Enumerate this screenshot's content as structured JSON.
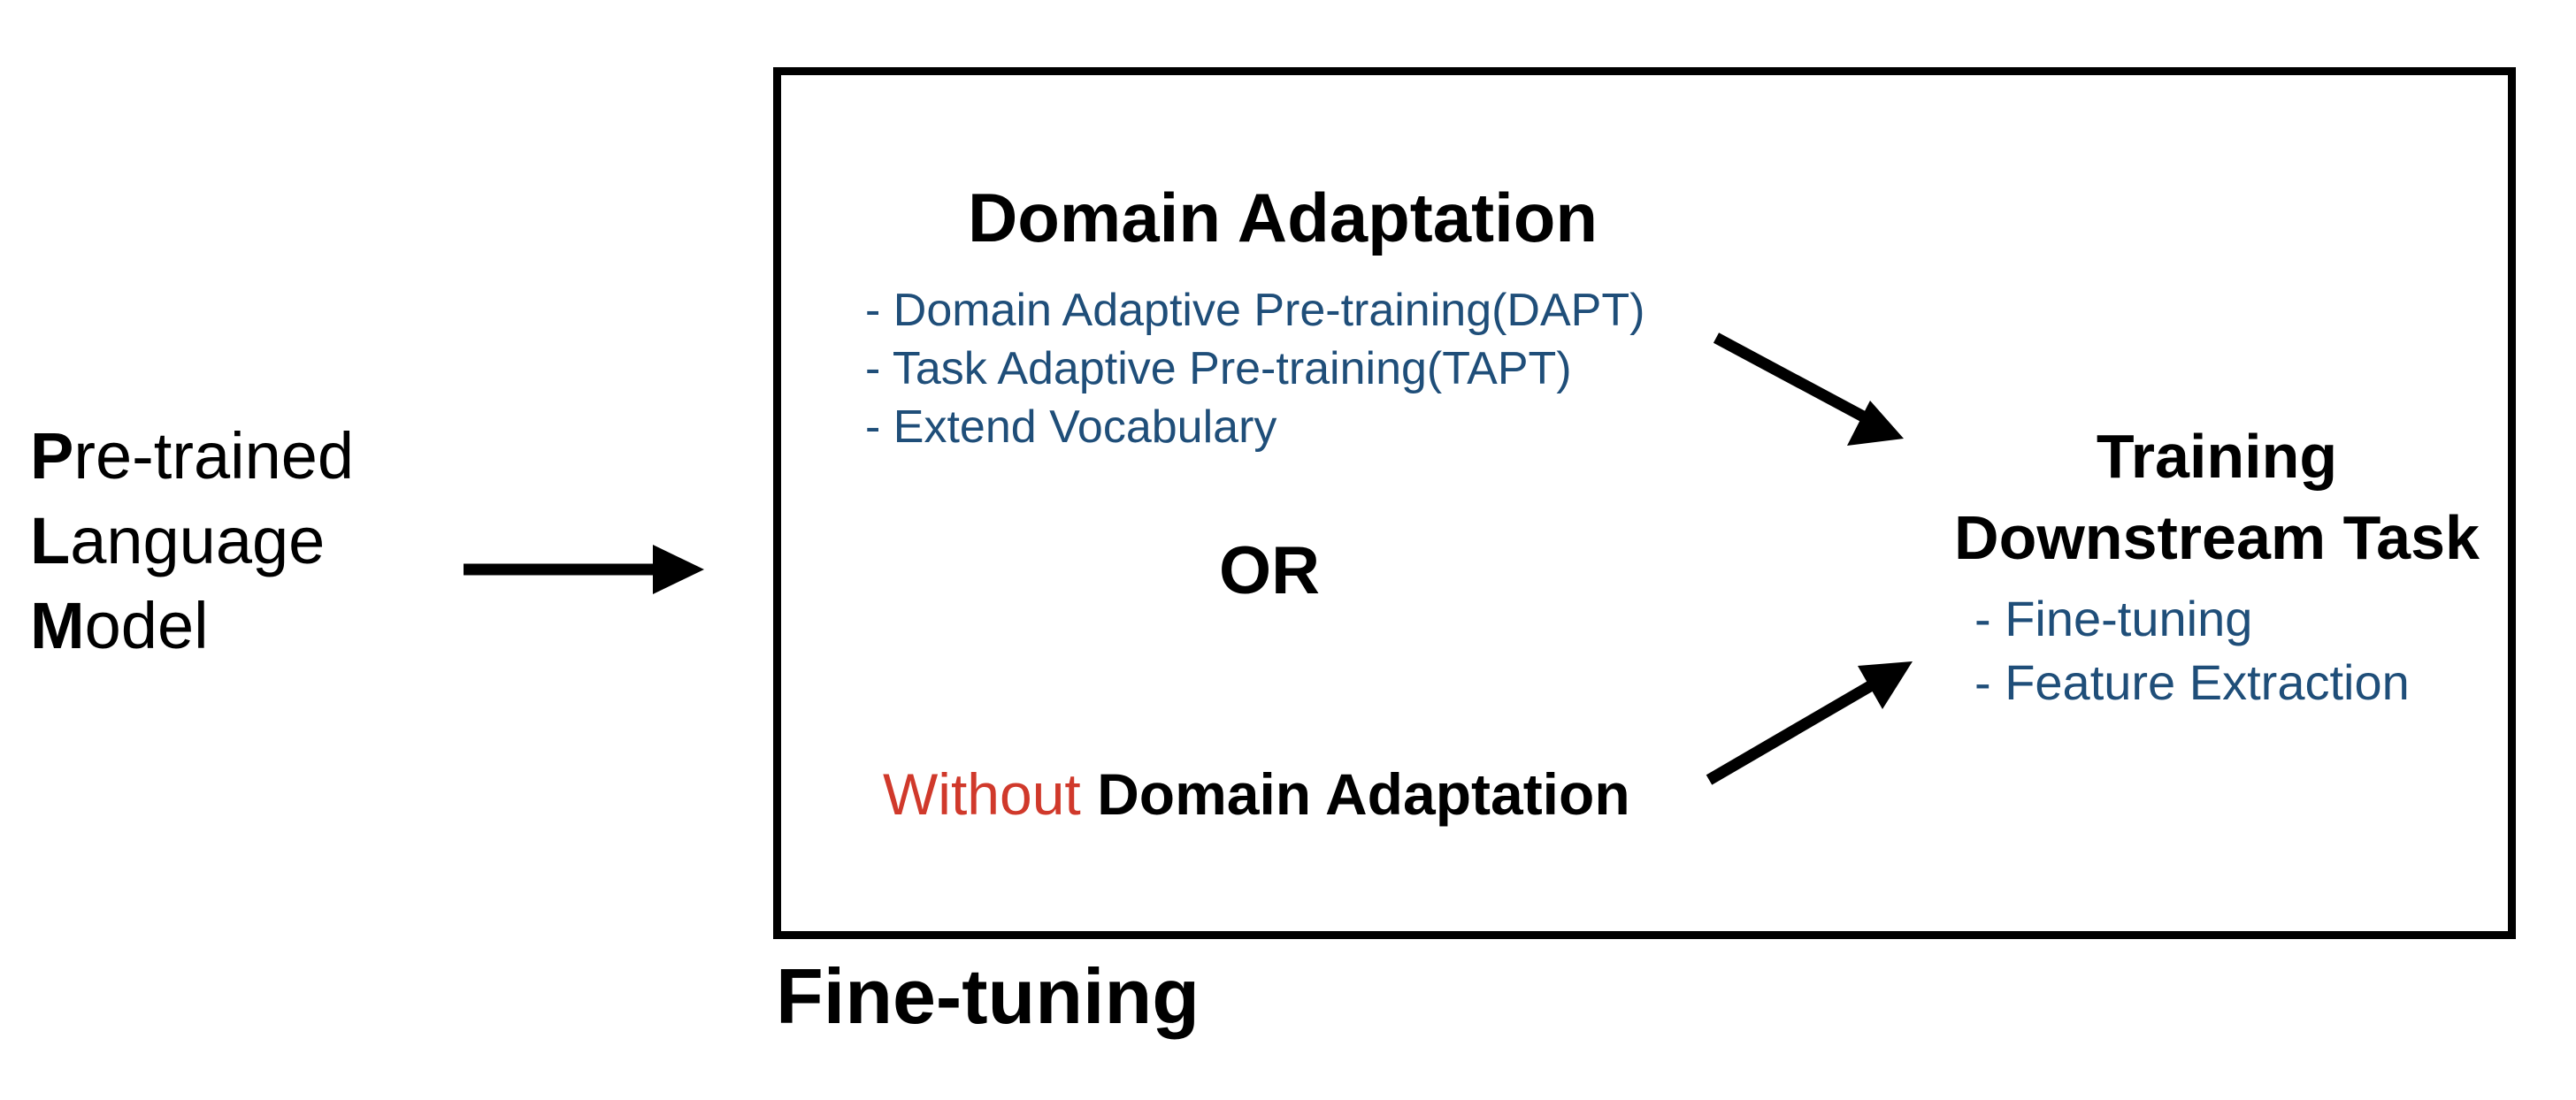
{
  "left_block": {
    "lines": [
      {
        "initial": "P",
        "rest": "re-trained"
      },
      {
        "initial": "L",
        "rest": "anguage"
      },
      {
        "initial": "M",
        "rest": "odel"
      }
    ]
  },
  "frame_caption": "Fine-tuning",
  "domain_adaptation": {
    "title": "Domain Adaptation",
    "items": [
      "- Domain Adaptive Pre-training(DAPT)",
      "- Task Adaptive Pre-training(TAPT)",
      "- Extend Vocabulary"
    ]
  },
  "or_label": "OR",
  "without_domain_adaptation": {
    "prefix": "Without",
    "rest": "Domain Adaptation"
  },
  "downstream": {
    "title_lines": [
      "Training",
      "Downstream Task"
    ],
    "items": [
      "- Fine-tuning",
      "- Feature Extraction"
    ]
  },
  "colors": {
    "list_text": "#1f4e79",
    "highlight": "#d0392b",
    "stroke": "#000000"
  }
}
